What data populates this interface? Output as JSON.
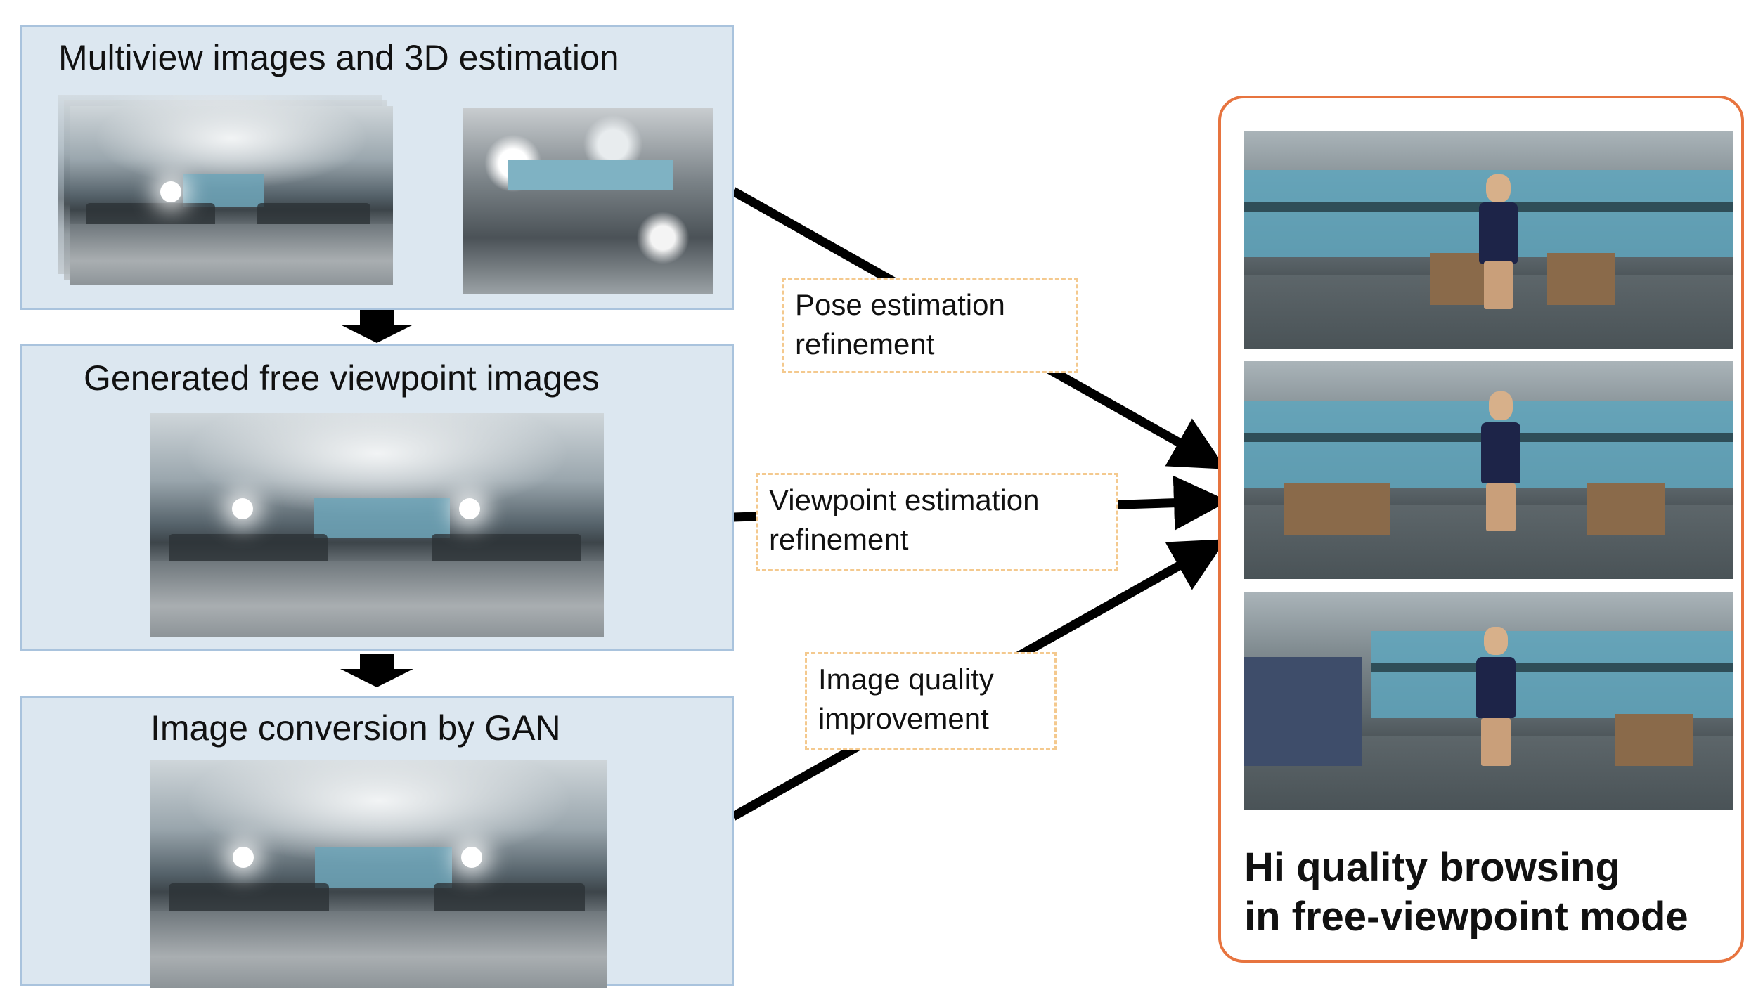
{
  "pipeline": {
    "stage1_title": "Multiview images and 3D estimation",
    "stage2_title": "Generated free viewpoint images",
    "stage3_title": "Image conversion by GAN"
  },
  "refinements": {
    "pose": [
      "Pose estimation",
      "refinement"
    ],
    "viewpoint": [
      "Viewpoint estimation",
      "refinement"
    ],
    "quality": [
      "Image quality",
      "improvement"
    ]
  },
  "result": {
    "caption": [
      "Hi quality browsing",
      "in free-viewpoint mode"
    ]
  },
  "colors": {
    "stage_fill": "#dce7f0",
    "stage_border": "#a9c3dd",
    "label_border": "#f4c98e",
    "result_border": "#e7743f",
    "arrow": "#000000"
  }
}
